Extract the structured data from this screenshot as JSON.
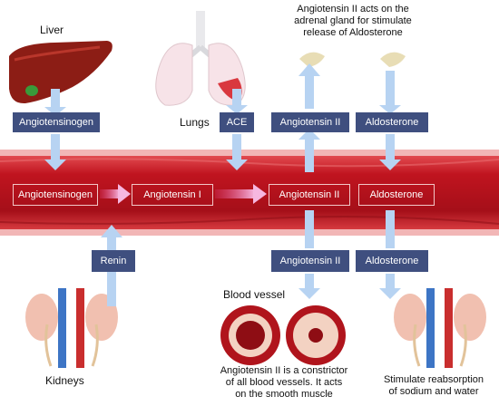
{
  "labels": {
    "liver": "Liver",
    "lungs": "Lungs",
    "kidneys": "Kidneys",
    "blood_vessel": "Blood vessel"
  },
  "top_boxes": {
    "angiotensinogen": "Angiotensinogen",
    "ace": "ACE",
    "angiotensin2": "Angiotensin II",
    "aldosterone": "Aldosterone"
  },
  "vessel_boxes": {
    "angiotensinogen": "Angiotensinogen",
    "angiotensin1": "Angiotensin I",
    "angiotensin2": "Angiotensin II",
    "aldosterone": "Aldosterone"
  },
  "bottom_boxes": {
    "renin": "Renin",
    "angiotensin2": "Angiotensin II",
    "aldosterone": "Aldosterone"
  },
  "captions": {
    "adrenal_line1": "Angiotensin II acts on the",
    "adrenal_line2": "adrenal gland for stimulate",
    "adrenal_line3": "release of Aldosterone",
    "constrictor_line1": "Angiotensin II is a constrictor",
    "constrictor_line2": "of all blood vessels. It acts",
    "constrictor_line3": "on the smooth muscle",
    "reabsorption_line1": "Stimulate reabsorption",
    "reabsorption_line2": "of sodium and water"
  },
  "colors": {
    "box_fill": "#3f4f7f",
    "vessel_red": "#c0141f",
    "arrow_blue": "#b7d3f2",
    "arrow_pink": "#f4a9d8"
  }
}
